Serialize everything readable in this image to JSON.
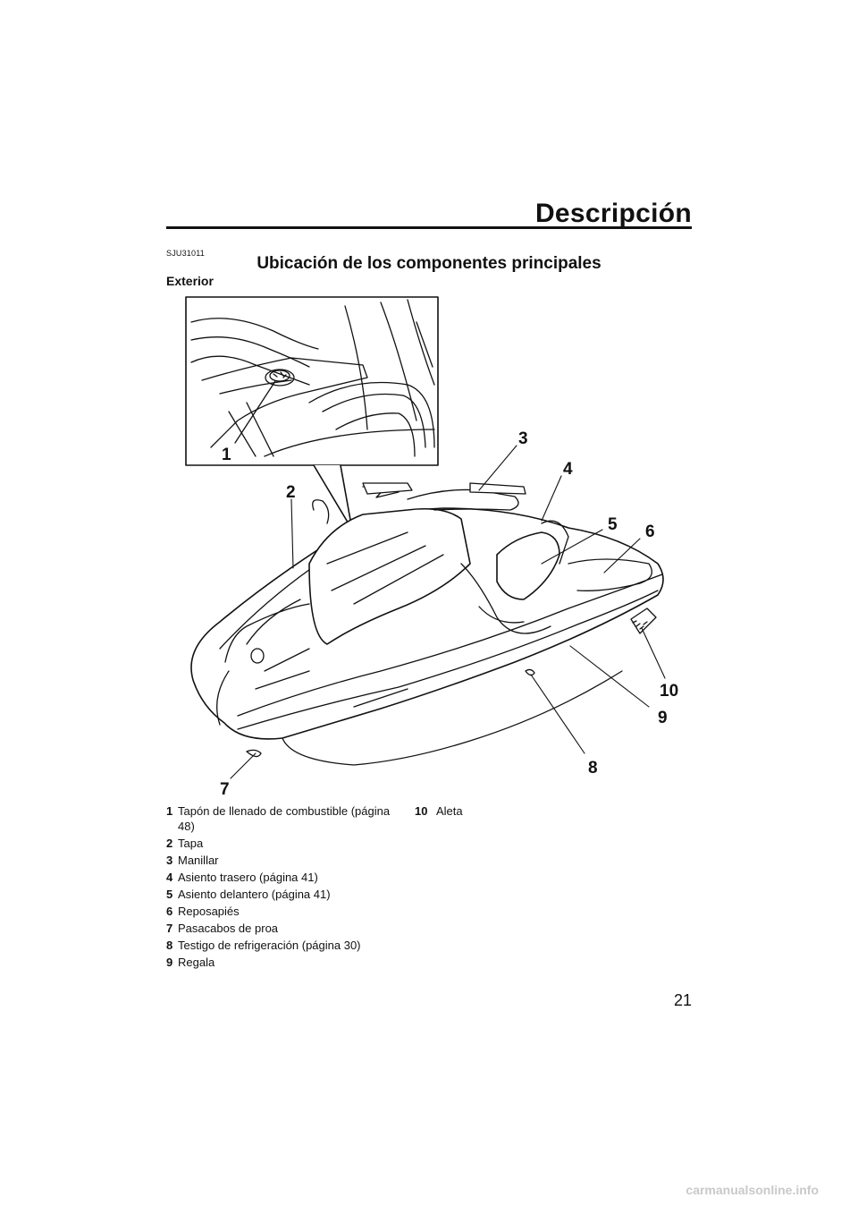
{
  "header": {
    "section_title": "Descripción"
  },
  "doc_code": "SJU31011",
  "heading": "Ubicación de los componentes principales",
  "subheading": "Exterior",
  "callouts": [
    "1",
    "2",
    "3",
    "4",
    "5",
    "6",
    "7",
    "8",
    "9",
    "10"
  ],
  "legend": [
    {
      "num": "1",
      "text": "Tapón de llenado de combustible (página 48)"
    },
    {
      "num": "2",
      "text": "Tapa"
    },
    {
      "num": "3",
      "text": "Manillar"
    },
    {
      "num": "4",
      "text": "Asiento trasero (página 41)"
    },
    {
      "num": "5",
      "text": "Asiento delantero (página 41)"
    },
    {
      "num": "6",
      "text": "Reposapiés"
    },
    {
      "num": "7",
      "text": "Pasacabos de proa"
    },
    {
      "num": "8",
      "text": "Testigo de refrigeración (página 30)"
    },
    {
      "num": "9",
      "text": "Regala"
    },
    {
      "num": "10",
      "text": "Aleta"
    }
  ],
  "page_number": "21",
  "watermark": "carmanualsonline.info"
}
